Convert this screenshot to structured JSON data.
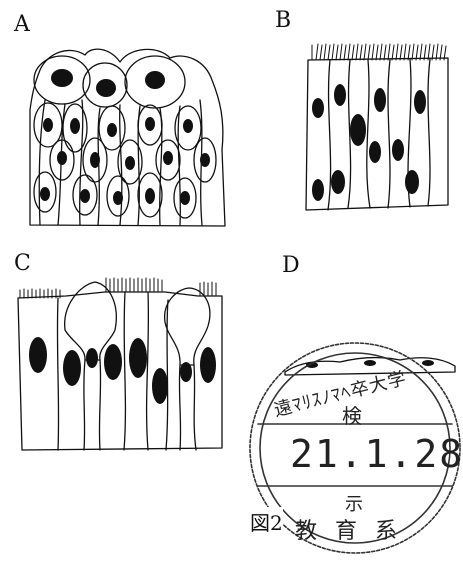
{
  "panels": {
    "a": {
      "label": "A"
    },
    "b": {
      "label": "B"
    },
    "c": {
      "label": "C"
    },
    "d": {
      "label": "D"
    }
  },
  "stamp": {
    "top_text": "遠ﾏﾘｽﾉﾏﾍ卒大学",
    "center_top": "検",
    "date": "21.1.28",
    "center_bottom": "示",
    "bottom_text": "教育系"
  },
  "figure_caption": "図2"
}
